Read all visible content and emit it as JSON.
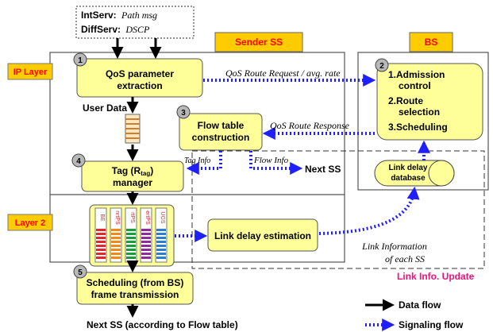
{
  "input_box": {
    "intserv_label": "IntServ:",
    "intserv_value": "Path msg",
    "diffserv_label": "DiffServ:",
    "diffserv_value": "DSCP"
  },
  "sender_ss_title": "Sender SS",
  "bs_title": "BS",
  "ip_layer_label": "IP Layer",
  "layer2_label": "Layer 2",
  "step_numbers": [
    "1",
    "2",
    "3",
    "4",
    "5"
  ],
  "qos_box": {
    "line1": "QoS parameter",
    "line2": "extraction"
  },
  "bs_box": {
    "item1_line1": "1.Admission",
    "item1_line2": "control",
    "item2_line1": "2.Route",
    "item2_line2": "selection",
    "item3": "3.Scheduling"
  },
  "flow_table_box": {
    "line1": "Flow table",
    "line2": "construction"
  },
  "tag_box": {
    "line1_prefix": "Tag (R",
    "line1_sub": "tag",
    "line1_suffix": ")",
    "line2": "manager"
  },
  "link_delay_db": {
    "line1": "Link delay",
    "line2": "database"
  },
  "link_delay_est": "Link delay estimation",
  "sched_box": {
    "line1": "Scheduling (from BS)",
    "line2": "frame transmission"
  },
  "queue_labels": [
    "BE",
    "nrtPS",
    "rtPS",
    "ertPS",
    "UGS"
  ],
  "labels": {
    "qos_route_request": "QoS Route Request / avg. rate",
    "qos_route_response": "QoS Route Response",
    "user_data": "User Data",
    "tag_info": "Tag Info",
    "flow_info": "Flow Info",
    "next_ss": "Next SS",
    "link_information_1": "Link Information",
    "link_information_2": "of each SS",
    "link_info_update": "Link Info. Update",
    "next_ss_bottom": "Next SS (according to Flow table)"
  },
  "legend": {
    "data_flow": "Data flow",
    "signaling_flow": "Signaling flow"
  },
  "colors": {
    "box_fill": "#ffff99",
    "title_fill": "#ffcc00",
    "label_red": "#ff0000",
    "signal_blue": "#1f1fff",
    "link_update_magenta": "#e8157a",
    "step_circle": "#b8b8b8"
  }
}
